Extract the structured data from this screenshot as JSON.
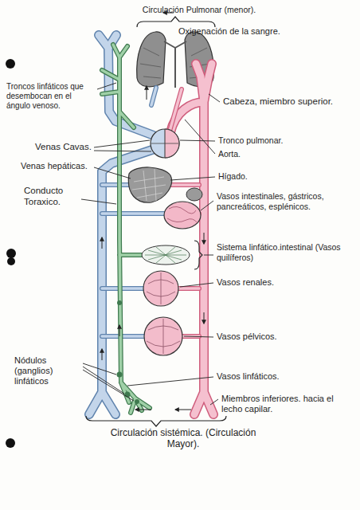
{
  "diagram": {
    "title": "Circulación Pulmonar (menor).",
    "caption": "Circulación sistémica. (Circulación Mayor).",
    "labels": [
      "Oxigenación de la sangre.",
      "Troncos linfáticos que desembocan en el ángulo venoso.",
      "Cabeza, miembro superior.",
      "Venas Cavas.",
      "Tronco pulmonar.",
      "Aorta.",
      "Venas hepáticas.",
      "Hígado.",
      "Conducto Toraxico.",
      "Vasos intestinales, gástricos, pancreáticos, esplénicos.",
      "Sistema linfático.intestinal (Vasos quilíferos)",
      "Vasos renales.",
      "Vasos pélvicos.",
      "Nódulos (ganglios) linfáticos",
      "Vasos linfáticos.",
      "Miembros inferiores. hacia el lecho capilar."
    ]
  }
}
